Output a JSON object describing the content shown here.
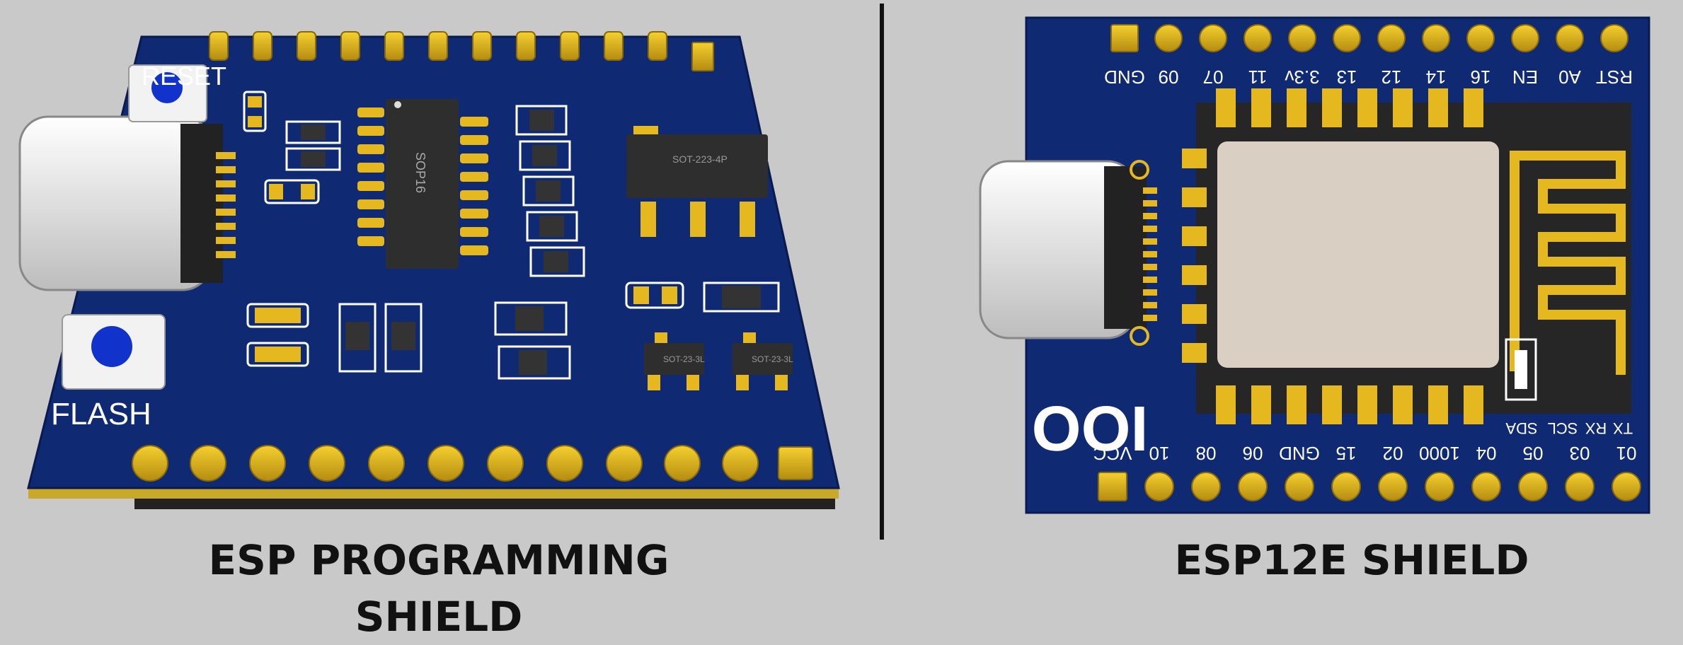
{
  "left_board": {
    "title": "ESP PROGRAMMING SHIELD",
    "reset_label": "RESET",
    "flash_label": "FLASH",
    "ic_label": "SOP16",
    "regulator_label": "SOT-223-4P",
    "transistor_label_1": "SOT-23-3L",
    "transistor_label_2": "SOT-23-3L"
  },
  "right_board": {
    "title": "ESP12E SHIELD",
    "logo_text": "IOO",
    "top_pin_labels": [
      "GND",
      "09",
      "07",
      "11",
      "3.3v",
      "13",
      "12",
      "14",
      "16",
      "EN",
      "A0",
      "RST"
    ],
    "bottom_pin_labels": [
      "VCC",
      "10",
      "08",
      "06",
      "GND",
      "15",
      "02",
      "1000",
      "04",
      "05",
      "03",
      "01"
    ],
    "i2c_uart_labels": [
      "SDA",
      "SCL",
      "RX",
      "TX"
    ]
  },
  "colors": {
    "pcb": "#0f2a73",
    "gold": "#e6b820",
    "background": "#c9c9c9",
    "button": "#1133cc"
  }
}
